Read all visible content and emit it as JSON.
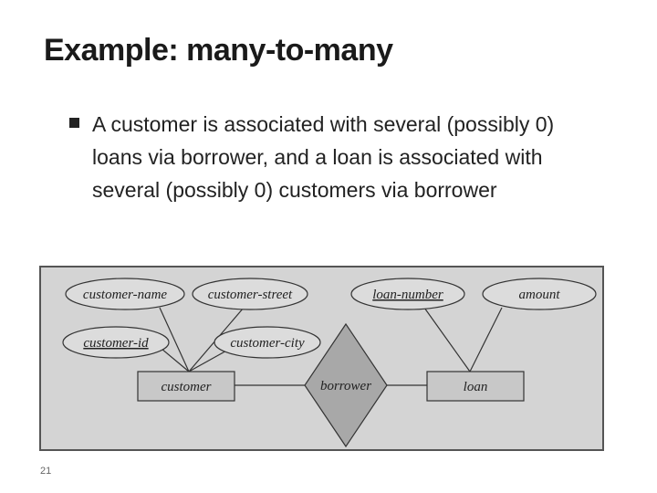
{
  "slide": {
    "title": "Example: many-to-many",
    "bullet": "A customer is associated with several (possibly 0) loans via borrower, and a loan is associated with several (possibly 0) customers via borrower",
    "page_number": "21"
  },
  "diagram": {
    "entities": {
      "customer": "customer",
      "loan": "loan"
    },
    "relationship": "borrower",
    "attributes": {
      "customer_name": "customer-name",
      "customer_street": "customer-street",
      "customer_id": "customer-id",
      "customer_city": "customer-city",
      "loan_number": "loan-number",
      "amount": "amount"
    },
    "colors": {
      "frame_bg": "#d4d4d4",
      "shape_fill": "#c8c8c8",
      "ellipse_fill": "#dcdcdc",
      "stroke": "#333333"
    }
  }
}
